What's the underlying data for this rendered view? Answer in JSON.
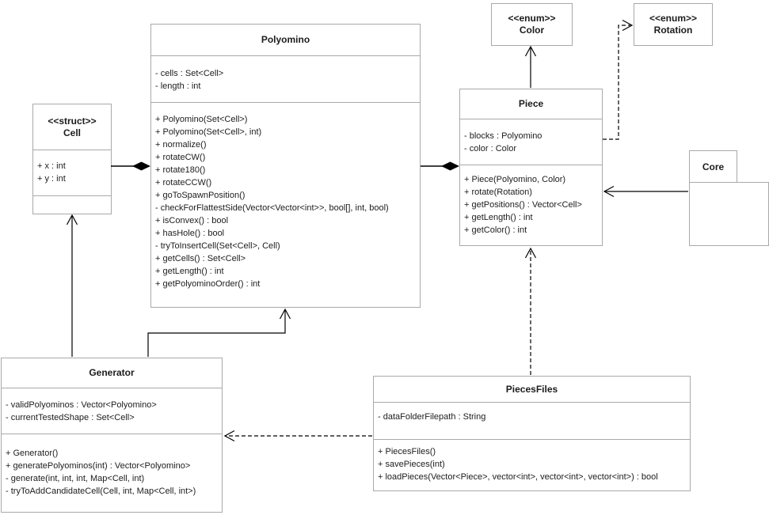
{
  "diagram": {
    "title": "Polyomino UML class diagram",
    "colors": {
      "background": "#ffffff",
      "box_border": "#a9a9a9",
      "text": "#1c1c1c",
      "connector": "#000000"
    }
  },
  "classes": {
    "polyomino": {
      "name": "Polyomino",
      "attributes": [
        "- cells : Set<Cell>",
        "- length : int"
      ],
      "methods": [
        "+ Polyomino(Set<Cell>)",
        "+ Polyomino(Set<Cell>, int)",
        "+ normalize()",
        "+ rotateCW()",
        "+ rotate180()",
        "+ rotateCCW()",
        "+ goToSpawnPosition()",
        "- checkForFlattestSide(Vector<Vector<int>>, bool[], int, bool)",
        "+ isConvex() : bool",
        "+ hasHole() : bool",
        "- tryToInsertCell(Set<Cell>, Cell)",
        "+ getCells() : Set<Cell>",
        "+ getLength() : int",
        "+ getPolyominoOrder() : int"
      ]
    },
    "cell": {
      "stereotype": "<<struct>>",
      "name": "Cell",
      "attributes": [
        "+ x : int",
        "+ y : int"
      ],
      "methods": []
    },
    "color": {
      "stereotype": "<<enum>>",
      "name": "Color"
    },
    "rotation": {
      "stereotype": "<<enum>>",
      "name": "Rotation"
    },
    "piece": {
      "name": "Piece",
      "attributes": [
        "- blocks : Polyomino",
        "- color : Color"
      ],
      "methods": [
        "+ Piece(Polyomino, Color)",
        "+ rotate(Rotation)",
        "+ getPositions() : Vector<Cell>",
        "+ getLength() : int",
        "+ getColor() : int"
      ]
    },
    "core": {
      "name": "Core",
      "kind": "package"
    },
    "generator": {
      "name": "Generator",
      "attributes": [
        "- validPolyominos : Vector<Polyomino>",
        "- currentTestedShape : Set<Cell>"
      ],
      "methods": [
        "+ Generator()",
        "+ generatePolyominos(int) : Vector<Polyomino>",
        "- generate(int, int, int, Map<Cell, int)",
        "- tryToAddCandidateCell(Cell, int, Map<Cell, int>)"
      ]
    },
    "piecesfiles": {
      "name": "PiecesFiles",
      "attributes": [
        "- dataFolderFilepath : String"
      ],
      "methods": [
        "+ PiecesFiles()",
        "+ savePieces(int)",
        "+ loadPieces(Vector<Piece>, vector<int>, vector<int>, vector<int>) : bool"
      ]
    }
  },
  "connectors": [
    {
      "from": "Cell",
      "to": "Polyomino",
      "type": "composition"
    },
    {
      "from": "Polyomino",
      "to": "Piece",
      "type": "composition"
    },
    {
      "from": "Piece",
      "to": "Color",
      "type": "directed-association"
    },
    {
      "from": "Piece",
      "to": "Rotation",
      "type": "dependency"
    },
    {
      "from": "Core",
      "to": "Piece",
      "type": "directed-association"
    },
    {
      "from": "Generator",
      "to": "Cell",
      "type": "directed-association"
    },
    {
      "from": "Generator",
      "to": "Polyomino",
      "type": "directed-association"
    },
    {
      "from": "PiecesFiles",
      "to": "Generator",
      "type": "dependency"
    },
    {
      "from": "PiecesFiles",
      "to": "Piece",
      "type": "dependency"
    }
  ]
}
